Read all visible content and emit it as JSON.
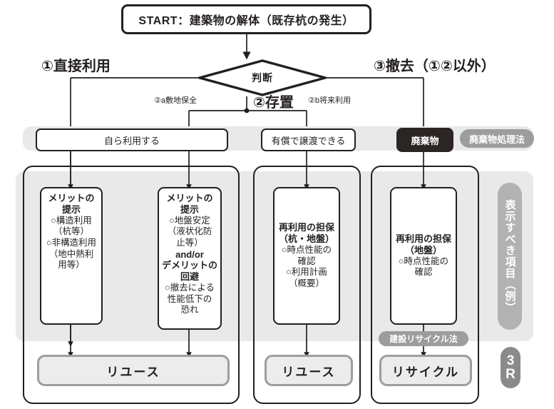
{
  "diagram": {
    "title_box": {
      "label": "START：建築物の解体（既存杭の発生）"
    },
    "decision": {
      "label": "判断"
    },
    "branch_labels": {
      "branch1": "①直接利用",
      "branch2": "②存置",
      "branch3": "③撤去（①②以外）",
      "branch2a": "②a敷地保全",
      "branch2b": "②b将来利用"
    },
    "row2": [
      {
        "label": "自ら利用する",
        "style": "light"
      },
      {
        "label": "有償で譲渡できる",
        "style": "light"
      },
      {
        "label": "廃棄物",
        "style": "dark"
      }
    ],
    "law_badges": [
      {
        "label": "廃棄物処理法"
      },
      {
        "label": "建設リサイクル法"
      }
    ],
    "detail_boxes": [
      {
        "name": "merit-structural",
        "lines": [
          {
            "text": "メリットの",
            "bold": true
          },
          {
            "text": "提示",
            "bold": true
          },
          {
            "text": "○構造利用",
            "bold": false
          },
          {
            "text": "（杭等）",
            "bold": false
          },
          {
            "text": "○非構造利用",
            "bold": false
          },
          {
            "text": "（地中熱利",
            "bold": false
          },
          {
            "text": "用等）",
            "bold": false
          }
        ]
      },
      {
        "name": "merit-ground",
        "lines": [
          {
            "text": "メリットの",
            "bold": true
          },
          {
            "text": "提示",
            "bold": true
          },
          {
            "text": "○地盤安定",
            "bold": false
          },
          {
            "text": "（液状化防",
            "bold": false
          },
          {
            "text": "止等）",
            "bold": false
          },
          {
            "text": "and/or",
            "bold": true
          },
          {
            "text": "デメリットの",
            "bold": true
          },
          {
            "text": "回避",
            "bold": true
          },
          {
            "text": "○撤去による",
            "bold": false
          },
          {
            "text": "性能低下の",
            "bold": false
          },
          {
            "text": "恐れ",
            "bold": false
          }
        ]
      },
      {
        "name": "reuse-guarantee-pile-ground",
        "lines": [
          {
            "text": "再利用の担保",
            "bold": true
          },
          {
            "text": "（杭・地盤）",
            "bold": true
          },
          {
            "text": "○時点性能の",
            "bold": false
          },
          {
            "text": "確認",
            "bold": false
          },
          {
            "text": "○利用計画",
            "bold": false
          },
          {
            "text": "（概要）",
            "bold": false
          }
        ]
      },
      {
        "name": "reuse-guarantee-ground",
        "lines": [
          {
            "text": "再利用の担保",
            "bold": true
          },
          {
            "text": "（地盤）",
            "bold": true
          },
          {
            "text": "○時点性能の",
            "bold": false
          },
          {
            "text": "確認",
            "bold": false
          }
        ]
      }
    ],
    "outcomes": [
      {
        "label": "リユース"
      },
      {
        "label": "リユース"
      },
      {
        "label": "リサイクル"
      }
    ],
    "side_tags": {
      "display_items": "表示すべき項目（例）",
      "three_r_line1": "3",
      "three_r_line2": "R"
    },
    "colors": {
      "ink": "#231f20",
      "band": "#e9e9e9",
      "pill": "#9d9d9d",
      "outcome_fill": "#ececec",
      "outcome_border": "#9d9d9d",
      "dark_box": "#2b2523",
      "side_tag": "#b2b2b2"
    }
  }
}
